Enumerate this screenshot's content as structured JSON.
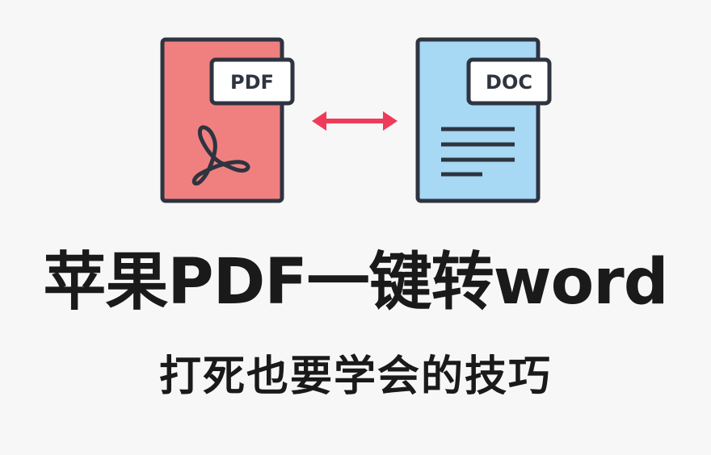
{
  "illustration": {
    "pdf_tag": "PDF",
    "doc_tag": "DOC",
    "colors": {
      "pdf_fill": "#f08080",
      "doc_fill": "#a7d8f4",
      "outline": "#2e3440",
      "arrow": "#ef3b5a"
    },
    "icons": [
      "pdf-document-icon",
      "acrobat-logo-icon",
      "bidirectional-arrow-icon",
      "word-document-icon",
      "text-lines-icon"
    ]
  },
  "headline": "苹果PDF一键转word",
  "subline": "打死也要学会的技巧"
}
